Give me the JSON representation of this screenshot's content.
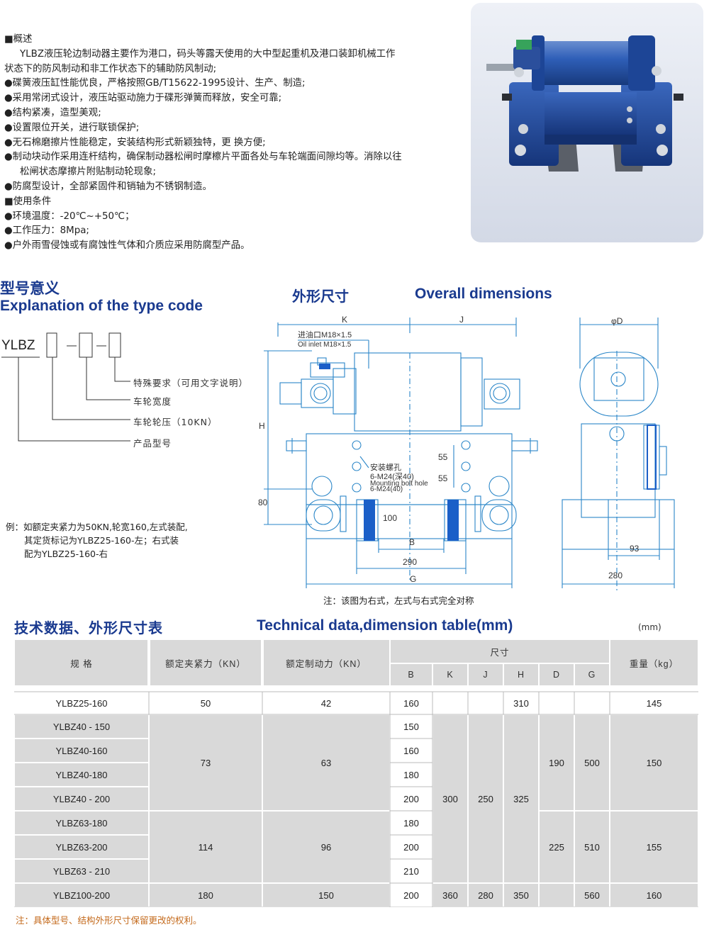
{
  "intro": {
    "lines": [
      "■概述",
      "YLBZ液压轮边制动器主要作为港口，码头等露天使用的大中型起重机及港口装卸机械工作",
      "状态下的防风制动和非工作状态下的辅助防风制动;",
      "●碟簧液压缸性能优良，严格按照GB/T15622-1995设计、生产、制造;",
      "●采用常闭式设计，液压站驱动施力于碟形弹簧而释放，安全可靠;",
      "●结构紧凑，造型美观;",
      "●设置限位开关，进行联锁保护;",
      "●无石棉磨擦片性能稳定，安装结构形式新颖独特，更 换方便;",
      "●制动块动作采用连杆结构，确保制动器松闸时摩檫片平面各处与车轮端面间隙均等。消除以往",
      "松闸状态摩擦片附贴制动轮现象;",
      "●防腐型设计，全部紧固件和销轴为不锈钢制造。",
      "■使用条件",
      "●环境温度：-20℃~+50℃；",
      "●工作压力：8Mpa;",
      "●户外雨雪侵蚀或有腐蚀性气体和介质应采用防腐型产品。"
    ]
  },
  "headings": {
    "type_code_cn": "型号意义",
    "type_code_en": "Explanation of the type code",
    "overall_cn": "外形尺寸",
    "overall_en": "Overall dimensions",
    "table_cn": "技术数据、外形尺寸表",
    "table_en": "Technical data,dimension table(mm)",
    "table_unit": "(mm)"
  },
  "type_code": {
    "prefix": "YLBZ",
    "labels": [
      "特殊要求（可用文字说明）",
      "车轮宽度",
      "车轮轮压（10KN）",
      "产品型号"
    ],
    "example": [
      "例：如额定夹紧力为50KN,轮宽160,左式装配,",
      "其定货标记为YLBZ25-160-左；右式装",
      "配为YLBZ25-160-右"
    ]
  },
  "drawing": {
    "front": {
      "K": "K",
      "J": "J",
      "H": "H",
      "B": "B",
      "G": "G",
      "oil_cn": "进油口M18×1.5",
      "oil_en": "Oil inlet M18×1.5",
      "bolt_cn1": "安装螺孔",
      "bolt_cn2": "6-M24(深40)",
      "bolt_en1": "Mounting bolt hole",
      "bolt_en2": "6-M24(40)",
      "d55a": "55",
      "d55b": "55",
      "d80": "80",
      "d100": "100",
      "d290": "290"
    },
    "side": {
      "D": "φD",
      "d93": "93",
      "d280": "280"
    },
    "note": "注：该图为右式，左式与右式完全对称"
  },
  "table": {
    "headers": {
      "spec": "规  格",
      "clamp": "额定夹紧力（KN）",
      "brake": "额定制动力（KN）",
      "dims": "尺寸",
      "weight": "重量（kg）",
      "B": "B",
      "K": "K",
      "J": "J",
      "H": "H",
      "D": "D",
      "G": "G"
    },
    "models": [
      "YLBZ25-160",
      "YLBZ40 - 150",
      "YLBZ40-160",
      "YLBZ40-180",
      "YLBZ40 - 200",
      "YLBZ63-180",
      "YLBZ63-200",
      "YLBZ63 - 210",
      "YLBZ100-200"
    ],
    "B": [
      "160",
      "150",
      "160",
      "180",
      "200",
      "180",
      "200",
      "210",
      "200"
    ],
    "clamp": [
      "50",
      "73",
      "114",
      "180"
    ],
    "brake": [
      "42",
      "63",
      "96",
      "150"
    ],
    "K": [
      "300",
      "360"
    ],
    "J": [
      "250",
      "280"
    ],
    "H": [
      "310",
      "325",
      "350"
    ],
    "D": [
      "190",
      "225"
    ],
    "G": [
      "500",
      "510",
      "560"
    ],
    "weight": [
      "145",
      "150",
      "155",
      "160"
    ]
  },
  "footnote": "注：具体型号、结构外形尺寸保留更改的权利。",
  "colors": {
    "heading_blue": "#1a3a8f",
    "drawing_blue": "#2a86c8",
    "table_grey": "#d9d9d9",
    "footnote": "#c46a1c",
    "machine_blue": "#1f4fa8"
  }
}
